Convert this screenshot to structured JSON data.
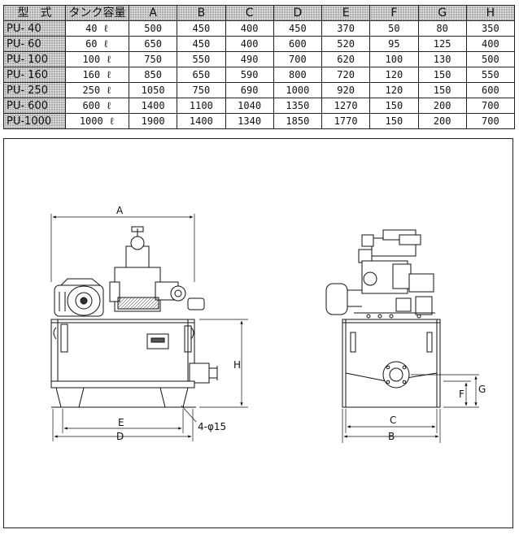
{
  "table": {
    "headers": [
      "型　式",
      "タンク容量",
      "A",
      "B",
      "C",
      "D",
      "E",
      "F",
      "G",
      "H"
    ],
    "rows": [
      {
        "model": "PU-  40",
        "capacity": "40 ℓ",
        "values": [
          "500",
          "450",
          "400",
          "450",
          "370",
          "50",
          "80",
          "350"
        ]
      },
      {
        "model": "PU-  60",
        "capacity": "60 ℓ",
        "values": [
          "650",
          "450",
          "400",
          "600",
          "520",
          "95",
          "125",
          "400"
        ]
      },
      {
        "model": "PU- 100",
        "capacity": "100 ℓ",
        "values": [
          "750",
          "550",
          "490",
          "700",
          "620",
          "100",
          "130",
          "500"
        ]
      },
      {
        "model": "PU- 160",
        "capacity": "160 ℓ",
        "values": [
          "850",
          "650",
          "590",
          "800",
          "720",
          "120",
          "150",
          "550"
        ]
      },
      {
        "model": "PU- 250",
        "capacity": "250 ℓ",
        "values": [
          "1050",
          "750",
          "690",
          "1000",
          "920",
          "120",
          "150",
          "600"
        ]
      },
      {
        "model": "PU- 600",
        "capacity": "600 ℓ",
        "values": [
          "1400",
          "1100",
          "1040",
          "1350",
          "1270",
          "150",
          "200",
          "700"
        ]
      },
      {
        "model": "PU-1000",
        "capacity": "1000 ℓ",
        "values": [
          "1900",
          "1400",
          "1340",
          "1850",
          "1770",
          "150",
          "200",
          "700"
        ]
      }
    ]
  },
  "drawing": {
    "label_a": "A",
    "label_h": "H",
    "label_e": "E",
    "label_d": "D",
    "label_hole": "4-φ15",
    "label_c": "C",
    "label_b": "B",
    "label_f": "F",
    "label_g": "G"
  }
}
